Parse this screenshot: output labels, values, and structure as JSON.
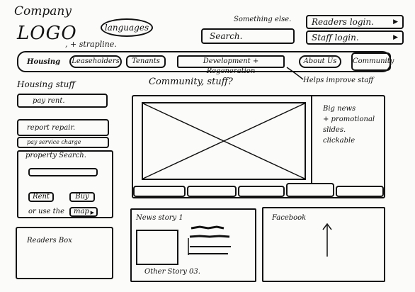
{
  "header": {
    "company_logo_line1": "Company",
    "company_logo_line2": "LOGO",
    "strapline": ", + strapline.",
    "languages": "languages",
    "tagline": "Something else.",
    "search_label": "Search.",
    "readers_login": "Readers login.",
    "staff_login": "Staff login."
  },
  "nav": {
    "items": [
      {
        "label": "Housing"
      },
      {
        "label": "Leaseholders"
      },
      {
        "label": "Tenants"
      },
      {
        "label": "Development + Regeneration"
      },
      {
        "label": "About Us"
      },
      {
        "label": "Community"
      }
    ],
    "annotation": "Helps improve staff"
  },
  "subheads": {
    "housing": "Housing stuff",
    "community": "Community, stuff?"
  },
  "sidebar": {
    "pay_rent": "pay rent.",
    "report_repair": "report repair.",
    "pay_service_charge": "pay service charge",
    "property_search": "property Search.",
    "rent_label": "Rent",
    "buy_label": "Buy",
    "or_use_the": "or use the",
    "map_label": "map",
    "readers_box": "Readers Box"
  },
  "hero": {
    "note_line1": "Big news",
    "note_line2": "+ promotional",
    "note_line3": "slides.",
    "note_line4": "clickable"
  },
  "news": {
    "title": "News story 1",
    "story3": "Other Story 03."
  },
  "facebook": {
    "title": "Facebook"
  }
}
